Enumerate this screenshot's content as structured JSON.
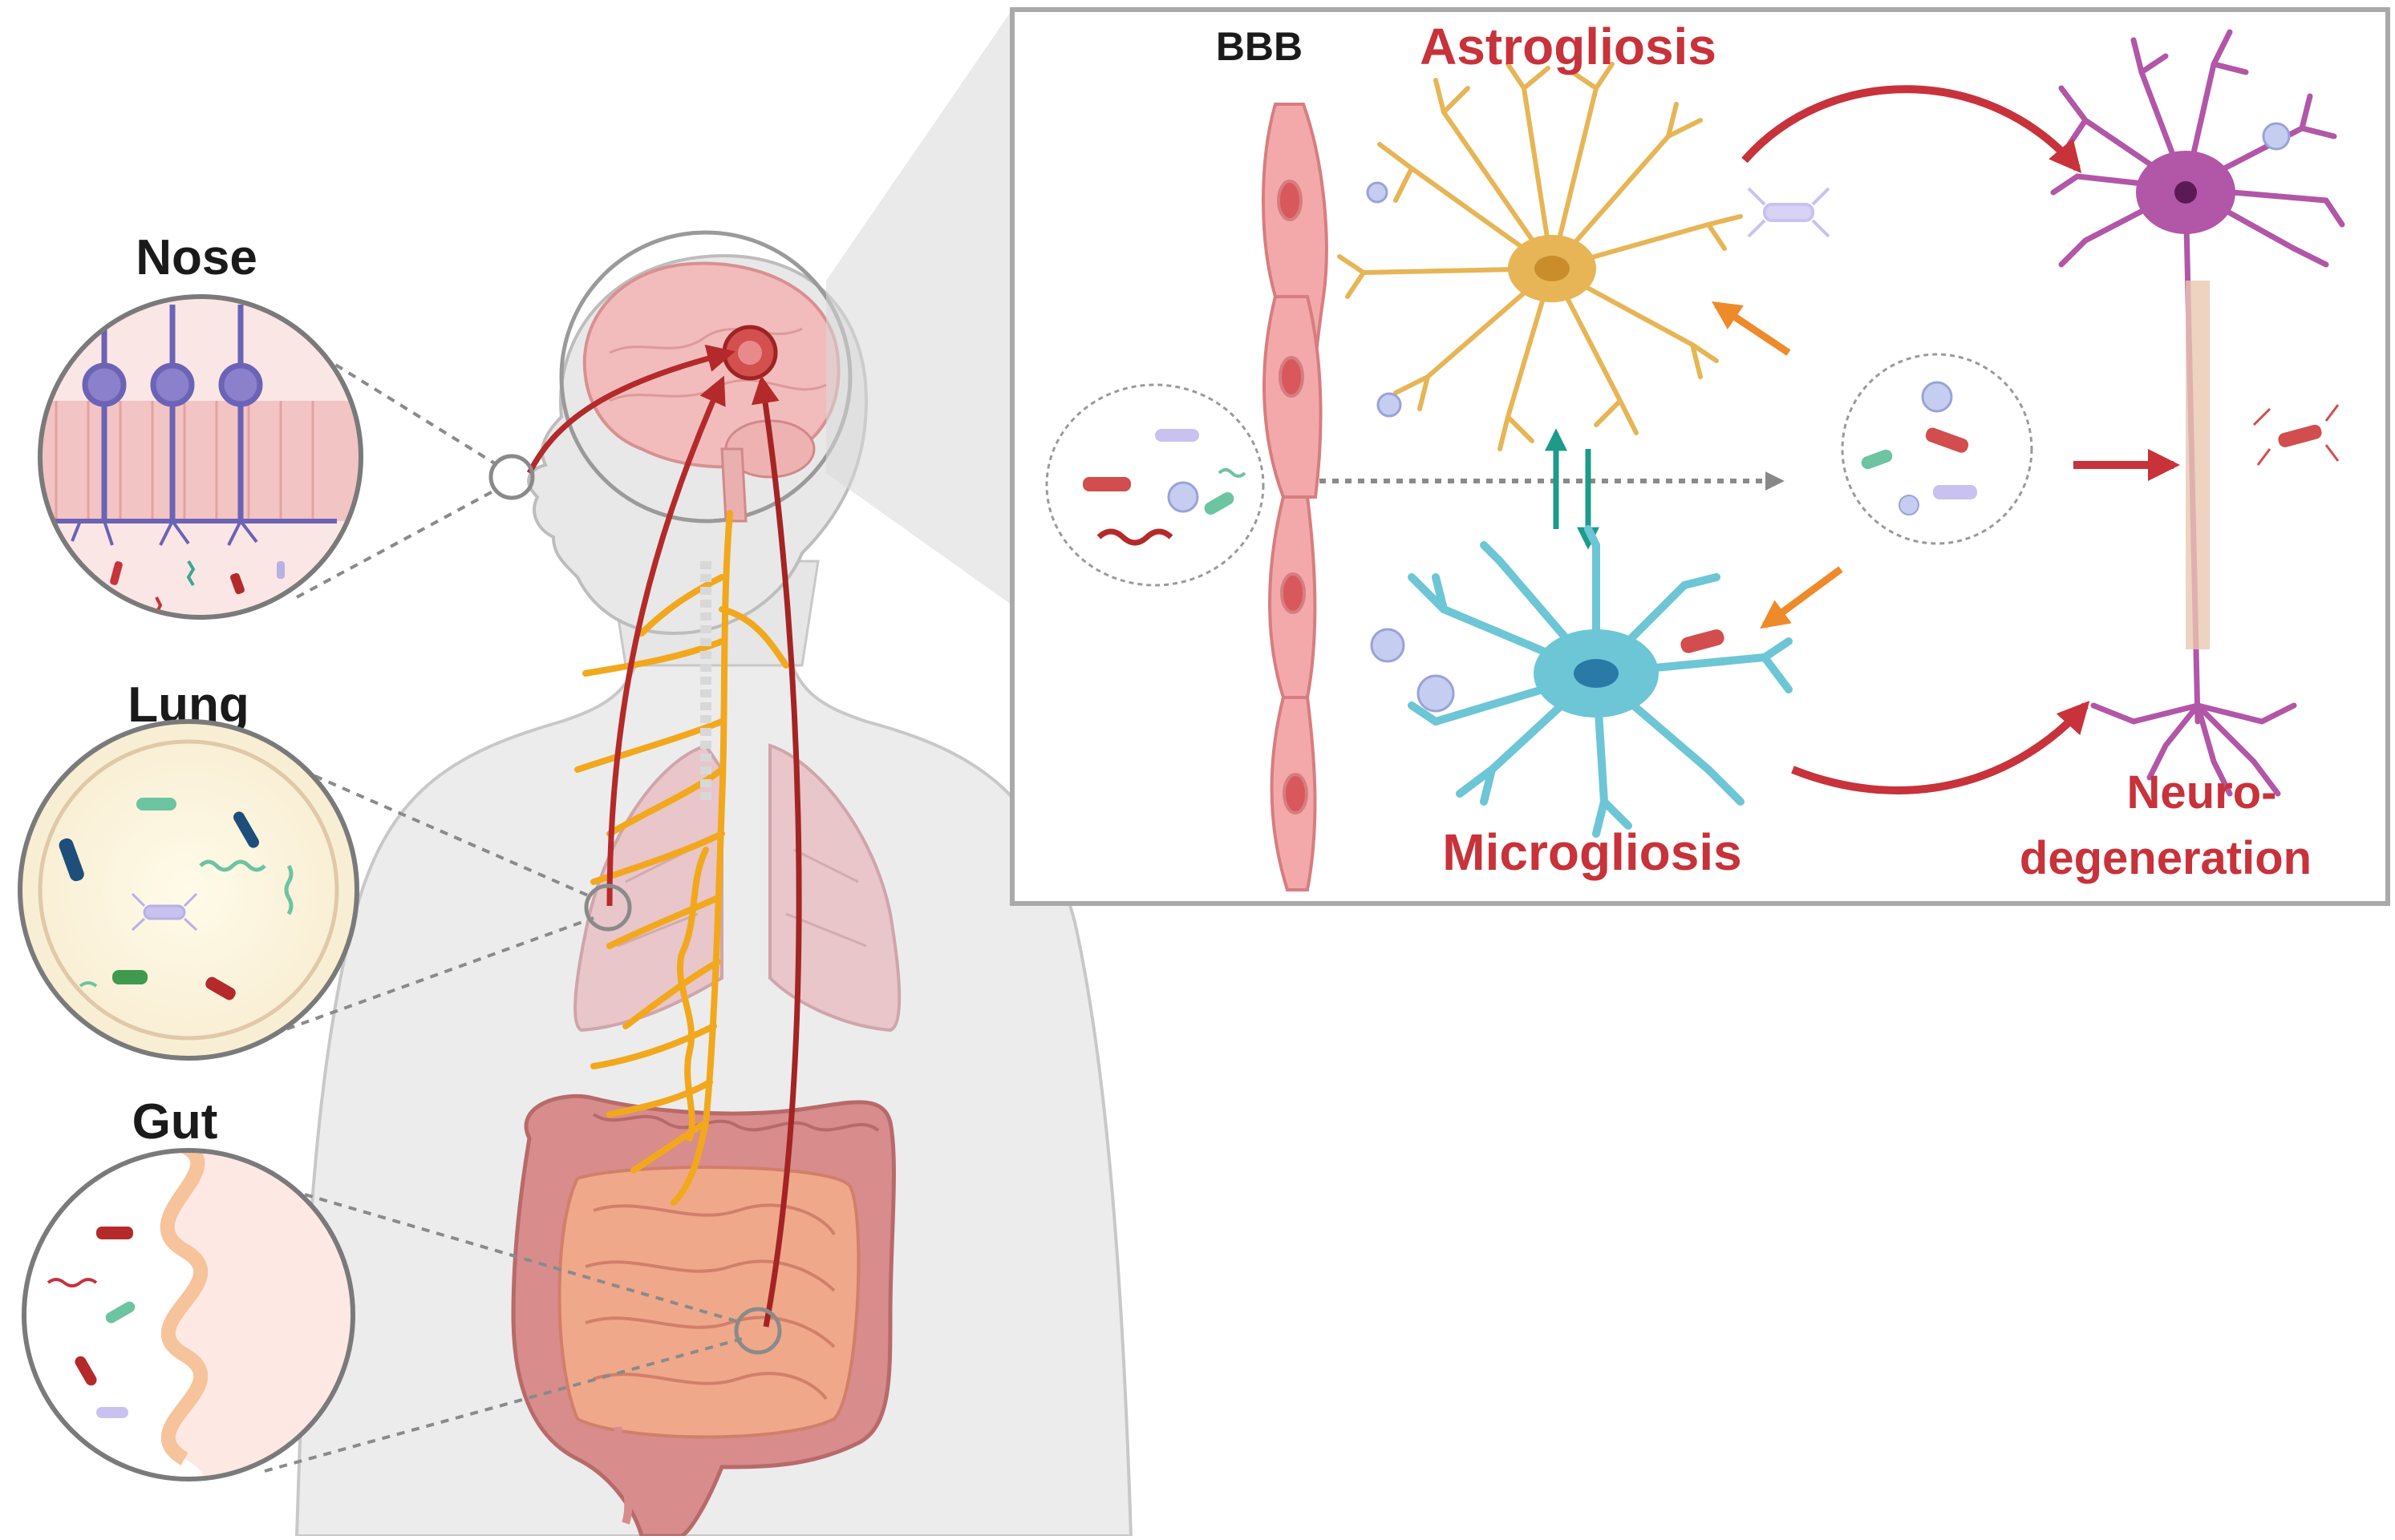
{
  "labels": {
    "nose": "Nose",
    "lung": "Lung",
    "gut": "Gut",
    "bbb": "BBB",
    "astrogliosis": "Astrogliosis",
    "microgliosis": "Microgliosis",
    "neuro_line1": "Neuro-",
    "neuro_line2": "degeneration"
  },
  "colors": {
    "title_red": "#c8323a",
    "label_black": "#1a1a1a",
    "astrocyte": "#e7b555",
    "microglia": "#6cc6d6",
    "neuron": "#b256a8",
    "arrow_red": "#b42a2a",
    "arrow_orange": "#ef8a2a",
    "arrow_teal": "#1e9a8a",
    "vagus": "#f2a81d",
    "organ_pink": "#e8a1a1",
    "skin": "#ececec"
  },
  "icons": [
    "bacterium-icon",
    "virus-icon",
    "particle-icon",
    "olfactory-neuron-icon"
  ]
}
